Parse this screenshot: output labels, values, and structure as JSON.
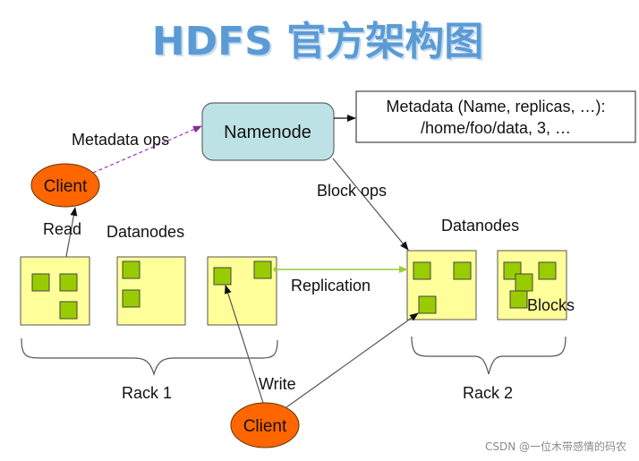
{
  "title": "HDFS 官方架构图",
  "namenode": {
    "label": "Namenode"
  },
  "metadata_box": {
    "line1": "Metadata (Name, replicas, …):",
    "line2": "/home/foo/data, 3, …"
  },
  "labels": {
    "metadata_ops": "Metadata ops",
    "block_ops": "Block ops",
    "read": "Read",
    "write": "Write",
    "replication": "Replication",
    "blocks": "Blocks",
    "datanodes_left": "Datanodes",
    "datanodes_right": "Datanodes",
    "rack1": "Rack 1",
    "rack2": "Rack 2"
  },
  "clients": [
    {
      "label": "Client"
    },
    {
      "label": "Client"
    }
  ],
  "colors": {
    "title": "#5b9bd5",
    "namenode_fill": "#bde2e6",
    "client_fill": "#ff6600",
    "datanode_fill": "#ffff99",
    "block_fill": "#99cc00",
    "metadata_ops_arrow": "#9933cc",
    "replication_arrow": "#99cc33"
  },
  "watermark": "CSDN @一位木带感情的码农"
}
